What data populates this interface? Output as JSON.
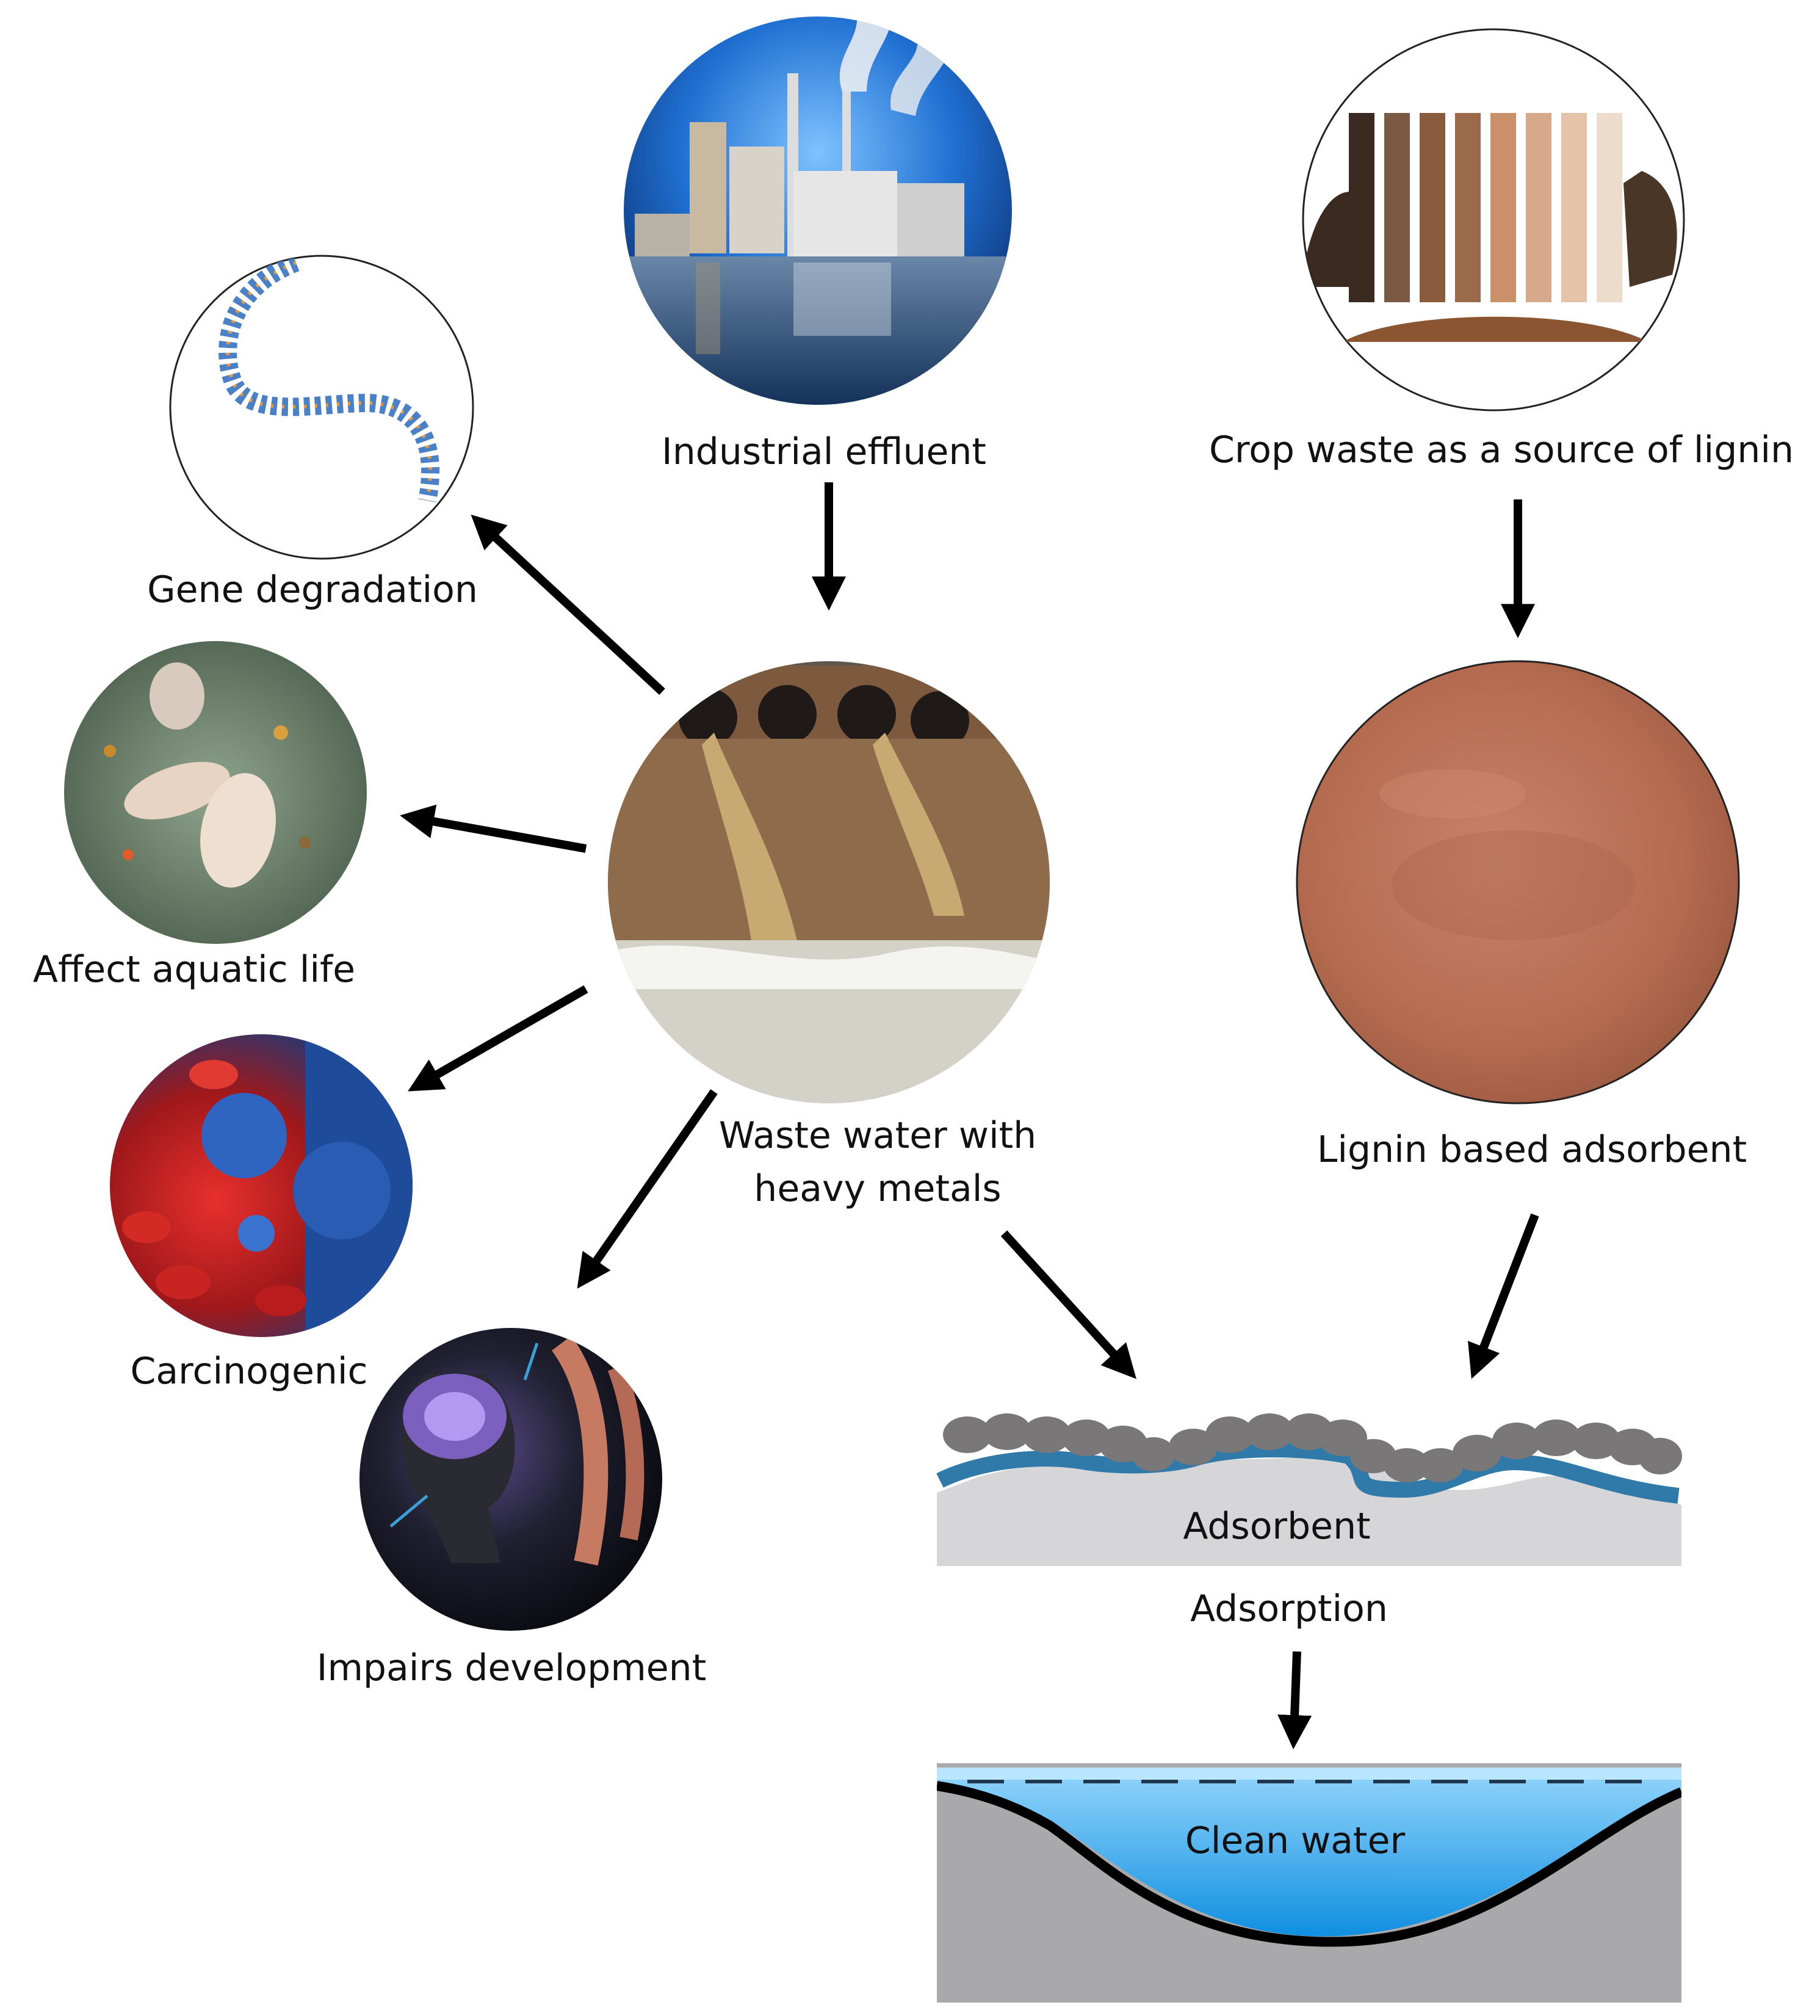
{
  "labels": {
    "industrial_effluent": "Industrial effluent",
    "crop_waste": "Crop waste as a source of lignin",
    "gene_degradation": "Gene degradation",
    "aquatic_life": "Affect aquatic life",
    "carcinogenic": "Carcinogenic",
    "impairs_development": "Impairs development",
    "waste_water": "Waste water with\nheavy metals",
    "lignin_adsorbent": "Lignin based adsorbent",
    "adsorbent": "Adsorbent",
    "adsorption": "Adsorption",
    "clean_water": "Clean water"
  },
  "colors": {
    "arrow": "#000000",
    "adsorbent_layer": "#2f7aa8",
    "adsorbent_base": "#d6d6d8",
    "metal_particle": "#7a7778",
    "water": "#1ea0ea",
    "basin": "#a9a9ab"
  }
}
